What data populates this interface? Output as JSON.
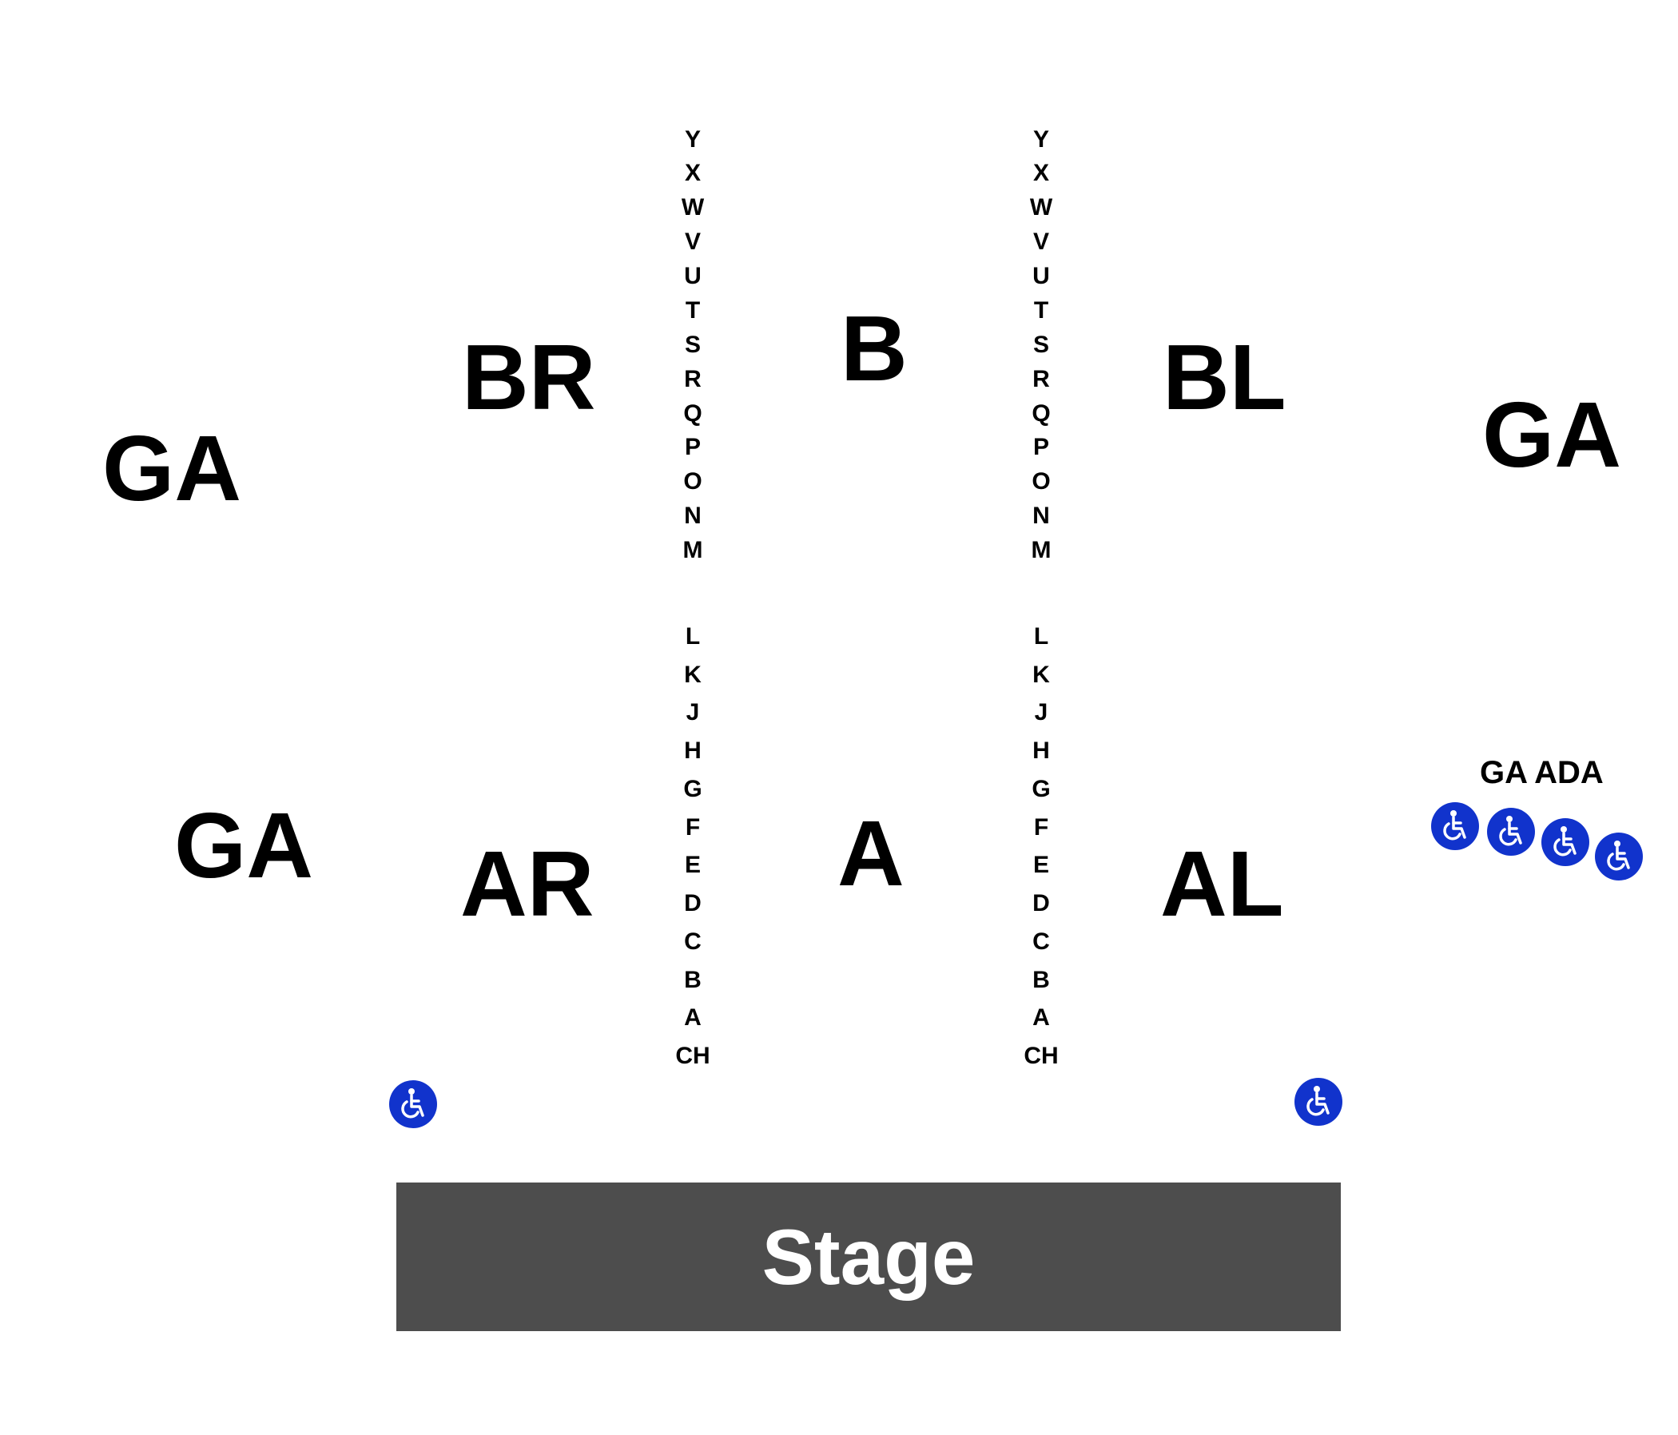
{
  "colors": {
    "stage_fill": "#4d4d4d",
    "stage_text": "#ffffff",
    "ada_fill": "#1133cc",
    "ada_glyph": "#ffffff",
    "label_text": "#000000"
  },
  "sections": {
    "ga_upper_left": "GA",
    "ga_lower_left": "GA",
    "ga_right": "GA",
    "br": "BR",
    "b": "B",
    "bl": "BL",
    "ar": "AR",
    "a": "A",
    "al": "AL"
  },
  "aisles": {
    "left_rows": [
      "Y",
      "X",
      "W",
      "V",
      "U",
      "T",
      "S",
      "R",
      "Q",
      "P",
      "O",
      "N",
      "M",
      "L",
      "K",
      "J",
      "H",
      "G",
      "F",
      "E",
      "D",
      "C",
      "B",
      "A",
      "CH"
    ],
    "right_rows": [
      "Y",
      "X",
      "W",
      "V",
      "U",
      "T",
      "S",
      "R",
      "Q",
      "P",
      "O",
      "N",
      "M",
      "L",
      "K",
      "J",
      "H",
      "G",
      "F",
      "E",
      "D",
      "C",
      "B",
      "A",
      "CH"
    ]
  },
  "ga_ada_label": "GA ADA",
  "stage_label": "Stage",
  "icons": {
    "accessible_seating": "wheelchair-icon"
  }
}
